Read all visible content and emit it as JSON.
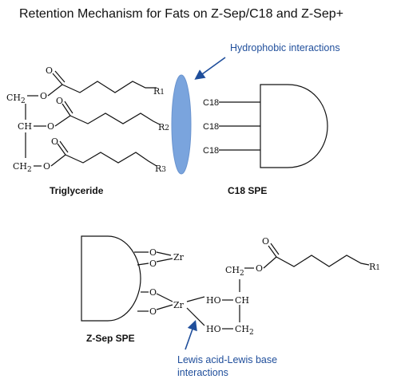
{
  "title": "Retention Mechanism for Fats on Z-Sep/C18 and Z-Sep+",
  "colors": {
    "accent_blue": "#1f4e9b",
    "ellipse_fill": "#7aa4dd",
    "ink": "#111111"
  },
  "top_panel": {
    "hydrophobic_label": "Hydrophobic interactions",
    "triglyceride_label": "Triglyceride",
    "c18_spe_label": "C18 SPE",
    "c18_chains": [
      "C18",
      "C18",
      "C18"
    ],
    "backbone": {
      "ch2_top": "CH",
      "ch2_top_sub": "2",
      "ch": "CH",
      "ch2_bottom": "CH",
      "ch2_bottom_sub": "2"
    },
    "ester_o": "O",
    "r_groups": [
      {
        "r": "R",
        "n": "1"
      },
      {
        "r": "R",
        "n": "2"
      },
      {
        "r": "R",
        "n": "3"
      }
    ]
  },
  "bottom_panel": {
    "zsep_label": "Z-Sep SPE",
    "lewis_label_line1": "Lewis acid-Lewis base",
    "lewis_label_line2": "interactions",
    "zr": "Zr",
    "o": "O",
    "ho": "HO",
    "ch2": "CH",
    "ch2_sub": "2",
    "ch": "CH",
    "r": "R",
    "r_n": "1"
  },
  "icons": [
    "arrow-icon",
    "arrow-icon"
  ]
}
